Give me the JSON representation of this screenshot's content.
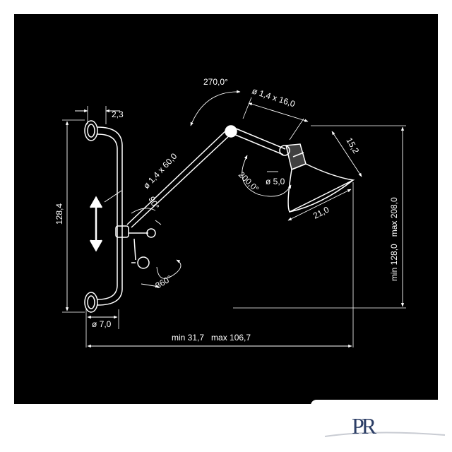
{
  "dimensions": {
    "cable_width": "2,3",
    "wall_height": "128,4",
    "arm_tube": "ø 1,4 x 60,0",
    "joint_angle": "90°",
    "top_rotation": "270,0°",
    "upper_tube": "ø 1,4 x 16,0",
    "shade_height": "15,2",
    "knob_diameter": "ø 5,0",
    "shade_rotation": "200,0°",
    "shade_width": "21,0",
    "base_rotation": "360°",
    "base_diameter": "ø 7,0",
    "reach_range": "min 31,7   max 106,7",
    "height_range": "min 128,0   max 208,0"
  },
  "logo": {
    "monogram": "PR"
  },
  "colors": {
    "drawing_bg": "#000000",
    "line": "#ffffff",
    "logo": "#2c3e66"
  }
}
